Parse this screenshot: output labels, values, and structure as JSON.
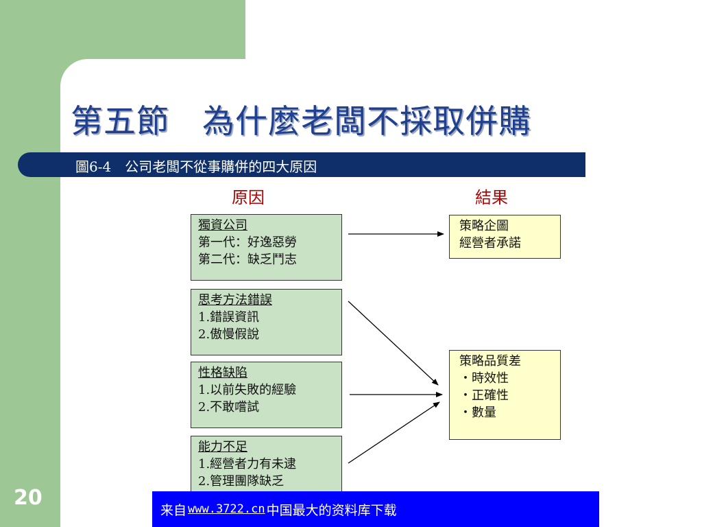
{
  "slide": {
    "title": "第五節　為什麼老闆不採取併購",
    "page_number": "20"
  },
  "figure": {
    "caption": "圖6-4　公司老闆不從事購併的四大原因",
    "headers": {
      "cause": "原因",
      "result": "結果"
    },
    "causes": [
      {
        "title": "獨資公司",
        "lines": [
          "第一代：好逸惡勞",
          "第二代：缺乏鬥志"
        ]
      },
      {
        "title": "思考方法錯誤",
        "lines": [
          "1.錯誤資訊",
          "2.傲慢假說"
        ]
      },
      {
        "title": "性格缺陷",
        "lines": [
          "1.以前失敗的經驗",
          "2.不敢嚐試"
        ]
      },
      {
        "title": "能力不足",
        "lines": [
          "1.經營者力有未逮",
          "2.管理團隊缺乏"
        ]
      }
    ],
    "results": [
      {
        "lines": [
          "策略企圖",
          "經營者承諾"
        ]
      },
      {
        "lines": [
          "策略品質差",
          "‧時效性",
          "‧正確性",
          "‧數量"
        ]
      }
    ]
  },
  "footer": {
    "prefix": "来自",
    "link": "www.3722.cn",
    "suffix": "中国最大的资料库下载"
  }
}
